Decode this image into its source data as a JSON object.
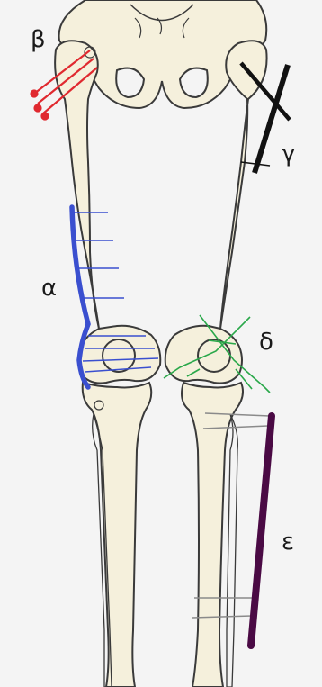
{
  "labels": {
    "alpha": "α",
    "beta": "β",
    "gamma": "γ",
    "delta": "δ",
    "epsilon": "ε"
  },
  "colors": {
    "background": "#f4f4f4",
    "bone_fill": "#f5f0dc",
    "bone_outline": "#3a3a3a",
    "alpha_plate": "#3a4fcf",
    "beta_screws": "#e0292f",
    "gamma_nail": "#111111",
    "delta_wires": "#2aa84a",
    "epsilon_plate": "#4a0a44",
    "epsilon_screws": "#8a8a8a"
  }
}
